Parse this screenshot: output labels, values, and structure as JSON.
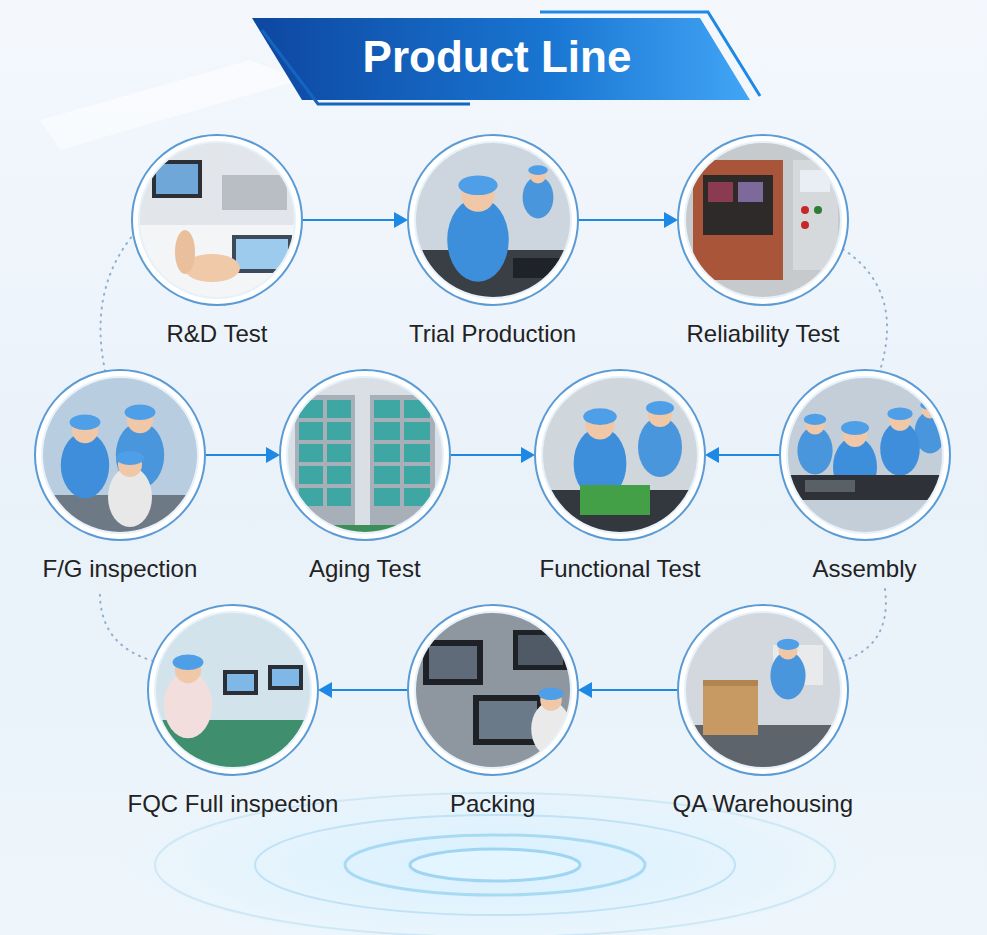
{
  "diagram": {
    "title": "Product Line",
    "nodes": [
      {
        "text": [
          "R&D Test"
        ]
      },
      {
        "text": [
          "Trial Production"
        ]
      },
      {
        "text": [
          "Reliability Test"
        ]
      },
      {
        "text": [
          "F/G inspection"
        ]
      },
      {
        "text": [
          "Aging Test"
        ]
      },
      {
        "text": [
          "Functional Test"
        ]
      },
      {
        "text": [
          "Assembly"
        ]
      },
      {
        "text": [
          "FQC Full inspection"
        ]
      },
      {
        "text": [
          "Packing"
        ]
      },
      {
        "text": [
          "QA Warehousing"
        ]
      }
    ],
    "edges": [
      {
        "from": 0,
        "to": 1,
        "arrow": "to"
      },
      {
        "from": 1,
        "to": 2,
        "arrow": "to"
      },
      {
        "from": 2,
        "to": 6,
        "arrow": "none"
      },
      {
        "from": 6,
        "to": 5,
        "arrow": "to"
      },
      {
        "from": 3,
        "to": 4,
        "arrow": "to"
      },
      {
        "from": 4,
        "to": 5,
        "arrow": "to"
      },
      {
        "from": 6,
        "to": 9,
        "arrow": "none"
      },
      {
        "from": 9,
        "to": 8,
        "arrow": "to"
      },
      {
        "from": 8,
        "to": 7,
        "arrow": "to"
      },
      {
        "from": 7,
        "to": 3,
        "arrow": "none"
      },
      {
        "from": 3,
        "to": 0,
        "arrow": "none"
      }
    ]
  }
}
